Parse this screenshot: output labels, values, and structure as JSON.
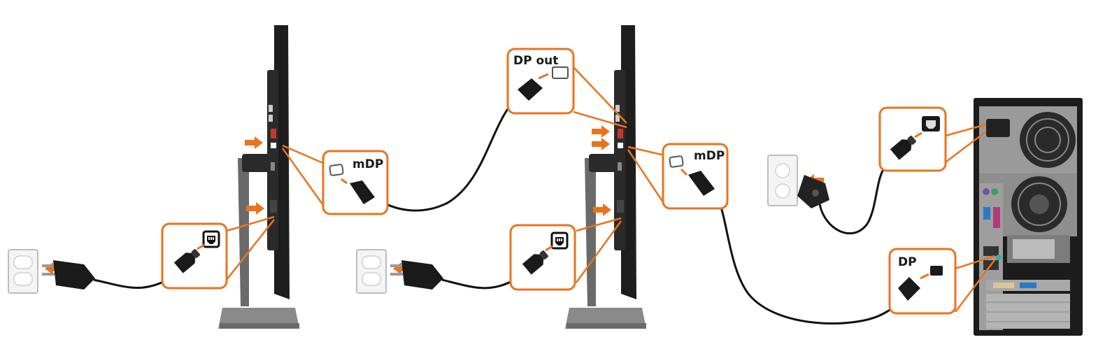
{
  "callouts": {
    "mdp_1": "mDP",
    "dp_out": "DP out",
    "mdp_2": "mDP",
    "dp_pc": "DP"
  },
  "colors": {
    "accent": "#e8741e",
    "cable": "#111111",
    "monitor": "#222222",
    "stand": "#6e6e6e",
    "outlet": "#f2f2f2",
    "pc_case": "#1c1c1c"
  },
  "icons": [
    "monitor-side",
    "monitor-stand",
    "wall-outlet",
    "power-plug",
    "power-connector",
    "displayport-plug",
    "mini-displayport-plug",
    "desktop-pc-tower",
    "arrow"
  ]
}
